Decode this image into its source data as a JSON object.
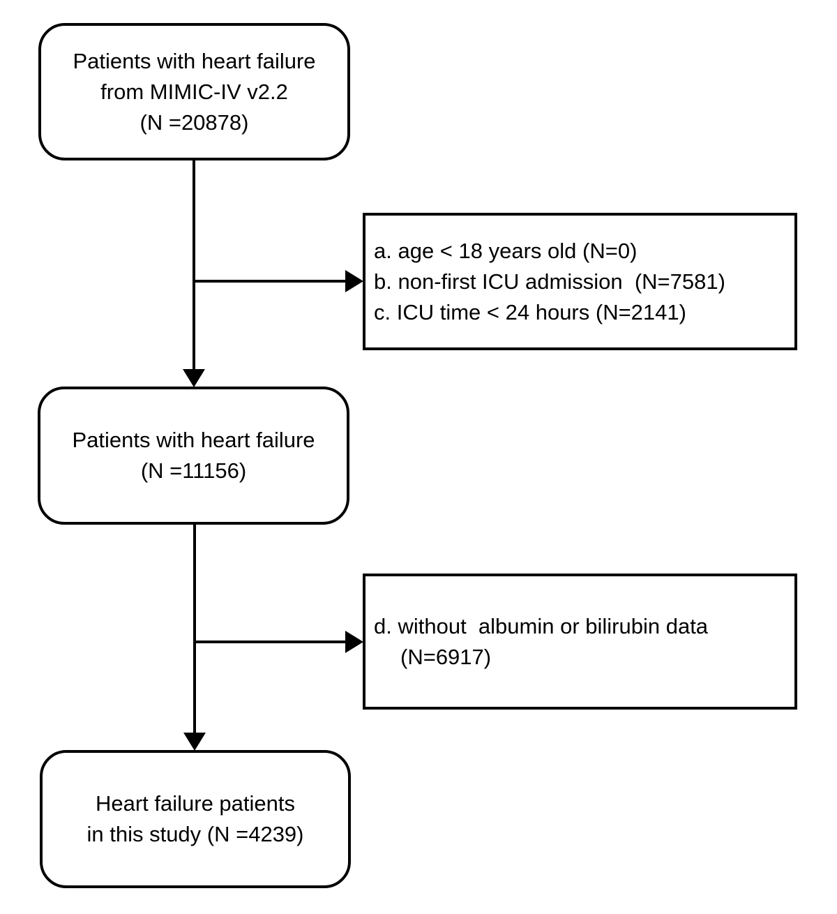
{
  "figure": {
    "type": "flowchart",
    "description": "Patient selection flow diagram"
  },
  "colors": {
    "stroke": "#000000",
    "box_fill": "#ffffff",
    "background": "#ffffff"
  },
  "nodes": {
    "source": {
      "lines": [
        "Patients with heart failure",
        "from MIMIC-IV v2.2",
        "(N =20878)"
      ]
    },
    "exclusion1": {
      "lines": [
        "a. age < 18 years old (N=0)",
        "b. non-first ICU admission  (N=7581)",
        "c. ICU time < 24 hours (N=2141)"
      ]
    },
    "cohort": {
      "lines": [
        "Patients with heart failure",
        "(N =11156)"
      ]
    },
    "exclusion2": {
      "lines": [
        "d. without  albumin or bilirubin data",
        "(N=6917)"
      ]
    },
    "final": {
      "lines": [
        "Heart failure patients",
        "in this study (N =4239)"
      ]
    }
  }
}
